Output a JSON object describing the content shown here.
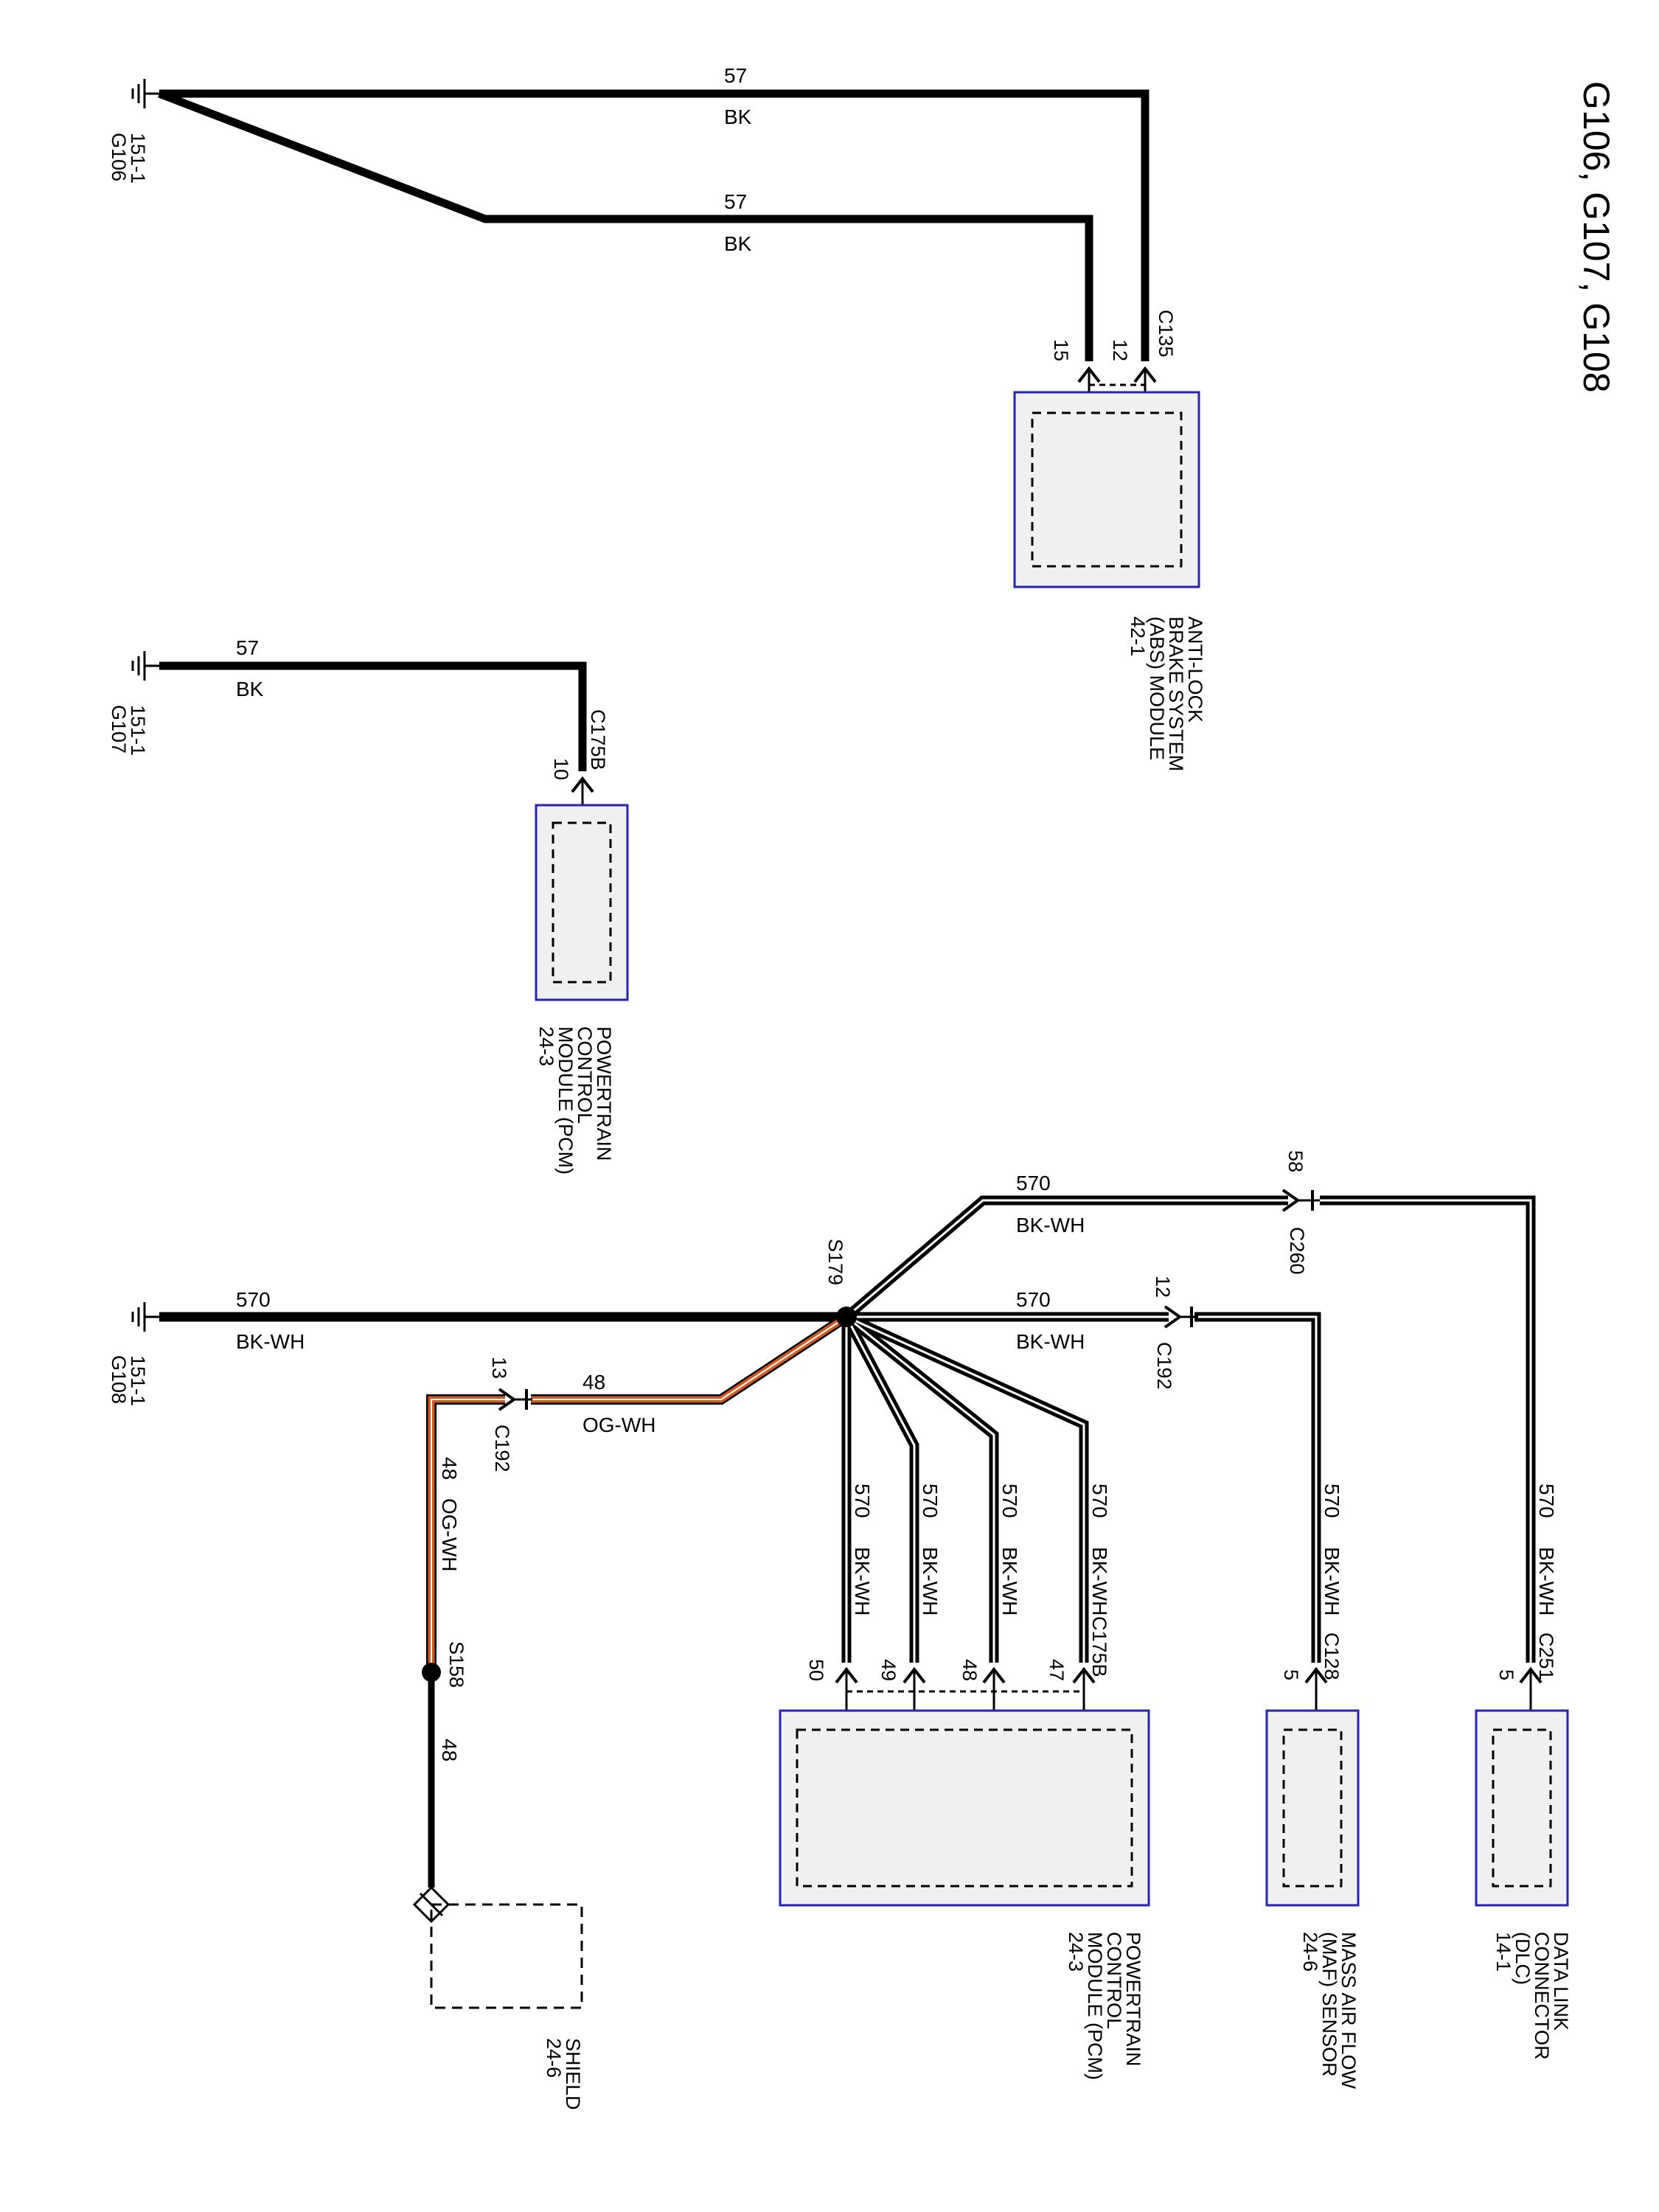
{
  "title": "G106, G107, G108",
  "colors": {
    "wire_black": "#000000",
    "wire_orange": "#d4581c",
    "module_border": "#2424b4",
    "module_fill": "#f0f0f0"
  },
  "grounds": {
    "g106": {
      "name": "G106",
      "ref": "151-1"
    },
    "g107": {
      "name": "G107",
      "ref": "151-1"
    },
    "g108": {
      "name": "G108",
      "ref": "151-1"
    }
  },
  "wires": {
    "g106_top": {
      "circuit": "57",
      "color": "BK"
    },
    "g106_mid": {
      "circuit": "57",
      "color": "BK"
    },
    "g107": {
      "circuit": "57",
      "color": "BK"
    },
    "g108": {
      "circuit": "570",
      "color": "BK-WH"
    },
    "s179_c260": {
      "circuit": "570",
      "color": "BK-WH"
    },
    "s179_c192": {
      "circuit": "570",
      "color": "BK-WH"
    },
    "s179_og": {
      "circuit": "48",
      "color": "OG-WH"
    },
    "og_vertical": {
      "circuit": "48",
      "color": "OG-WH"
    },
    "shield_wire": {
      "circuit": "48"
    },
    "pcm50": {
      "circuit": "570",
      "color": "BK-WH"
    },
    "pcm49": {
      "circuit": "570",
      "color": "BK-WH"
    },
    "pcm48": {
      "circuit": "570",
      "color": "BK-WH"
    },
    "pcm47": {
      "circuit": "570",
      "color": "BK-WH"
    },
    "maf": {
      "circuit": "570",
      "color": "BK-WH"
    },
    "dlc": {
      "circuit": "570",
      "color": "BK-WH"
    }
  },
  "connectors": {
    "c135": {
      "name": "C135",
      "pins": [
        "15",
        "12"
      ]
    },
    "c175b_top": {
      "name": "C175B",
      "pin": "10"
    },
    "c175b_bottom": {
      "name": "C175B",
      "pins": [
        "50",
        "49",
        "48",
        "47"
      ]
    },
    "c260": {
      "name": "C260",
      "pin": "58"
    },
    "c192_a": {
      "name": "C192",
      "pin": "12"
    },
    "c192_b": {
      "name": "C192",
      "pin": "13"
    },
    "c128": {
      "name": "C128",
      "pin": "5"
    },
    "c251": {
      "name": "C251",
      "pin": "5"
    }
  },
  "splices": {
    "s179": "S179",
    "s158": "S158"
  },
  "modules": {
    "abs": {
      "lines": [
        "ANTI-LOCK",
        "BRAKE SYSTEM",
        "(ABS) MODULE",
        "42-1"
      ]
    },
    "pcm_top": {
      "lines": [
        "POWERTRAIN",
        "CONTROL",
        "MODULE (PCM)",
        "24-3"
      ]
    },
    "pcm_bottom": {
      "lines": [
        "POWERTRAIN",
        "CONTROL",
        "MODULE (PCM)",
        "24-3"
      ]
    },
    "maf": {
      "lines": [
        "MASS AIR FLOW",
        "(MAF) SENSOR",
        "24-6"
      ]
    },
    "dlc": {
      "lines": [
        "DATA LINK",
        "CONNECTOR",
        "(DLC)",
        "14-1"
      ]
    },
    "shield": {
      "lines": [
        "SHIELD",
        "24-6"
      ]
    }
  }
}
